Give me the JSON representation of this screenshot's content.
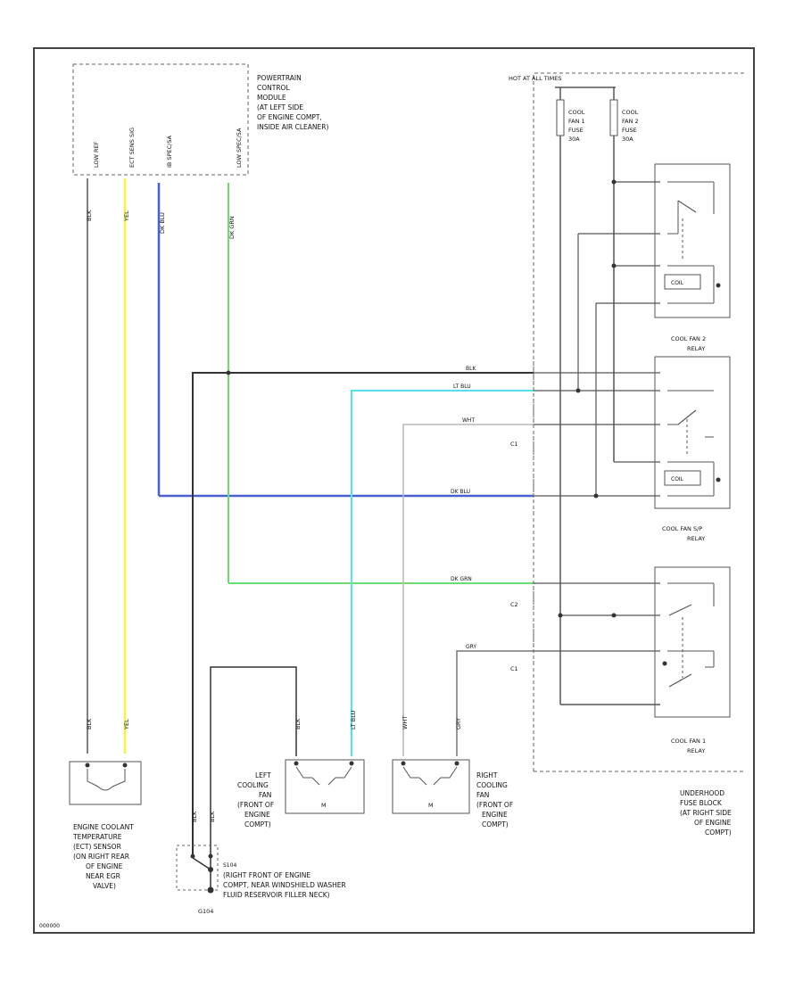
{
  "pcm": {
    "lines": [
      "POWERTRAIN",
      "CONTROL",
      "MODULE",
      "(AT LEFT SIDE",
      "OF ENGINE COMPT,",
      "INSIDE AIR CLEANER)"
    ],
    "pins": [
      "LOW REF",
      "ECT SENS SIG",
      "IB SPEC/5A",
      "LOW SPEC/5A"
    ]
  },
  "hot_label": "HOT AT ALL TIMES",
  "fuses": [
    {
      "lines": [
        "COOL",
        "FAN 1",
        "FUSE",
        "30A"
      ]
    },
    {
      "lines": [
        "COOL",
        "FAN 2",
        "FUSE",
        "30A"
      ]
    }
  ],
  "relays": [
    {
      "lines": [
        "COOL FAN 2",
        "RELAY"
      ]
    },
    {
      "lines": [
        "COOL FAN S/P",
        "RELAY"
      ]
    },
    {
      "lines": [
        "COOL FAN 1",
        "RELAY"
      ]
    }
  ],
  "coil_label": "COIL",
  "wires": {
    "blk": "BLK",
    "lt_blu": "LT BLU",
    "wht": "WHT",
    "dk_blu": "DK BLU",
    "dk_grn": "DK GRN",
    "gry": "GRY",
    "yel": "YEL"
  },
  "connectors": [
    "C1",
    "C2",
    "C1"
  ],
  "ect_sensor": {
    "lines": [
      "ENGINE COOLANT",
      "TEMPERATURE",
      "(ECT) SENSOR",
      "(ON RIGHT REAR",
      "OF ENGINE",
      "NEAR EGR",
      "VALVE)"
    ]
  },
  "left_fan": {
    "lines": [
      "LEFT",
      "COOLING",
      "FAN",
      "(FRONT OF",
      "ENGINE",
      "COMPT)"
    ],
    "motor": "M"
  },
  "right_fan": {
    "lines": [
      "RIGHT",
      "COOLING",
      "FAN",
      "(FRONT OF",
      "ENGINE",
      "COMPT)"
    ],
    "motor": "M"
  },
  "fuse_block": {
    "lines": [
      "UNDERHOOD",
      "FUSE BLOCK",
      "(AT RIGHT SIDE",
      "OF ENGINE",
      "COMPT)"
    ]
  },
  "ground": {
    "id": "G104",
    "lines": [
      "(RIGHT FRONT OF ENGINE",
      "COMPT, NEAR WINDSHIELD WASHER",
      "FLUID RESERVOIR FILLER NECK)"
    ],
    "splice": "S104"
  },
  "footer_code": "000000",
  "colors": {
    "wire_black": "#333333",
    "wire_yellow": "#f2f24a",
    "wire_dkblue": "#4a5fd0",
    "wire_green": "#6fdc6f",
    "wire_ltblue": "#52e4ec",
    "wire_gray": "#b8b8b8"
  }
}
